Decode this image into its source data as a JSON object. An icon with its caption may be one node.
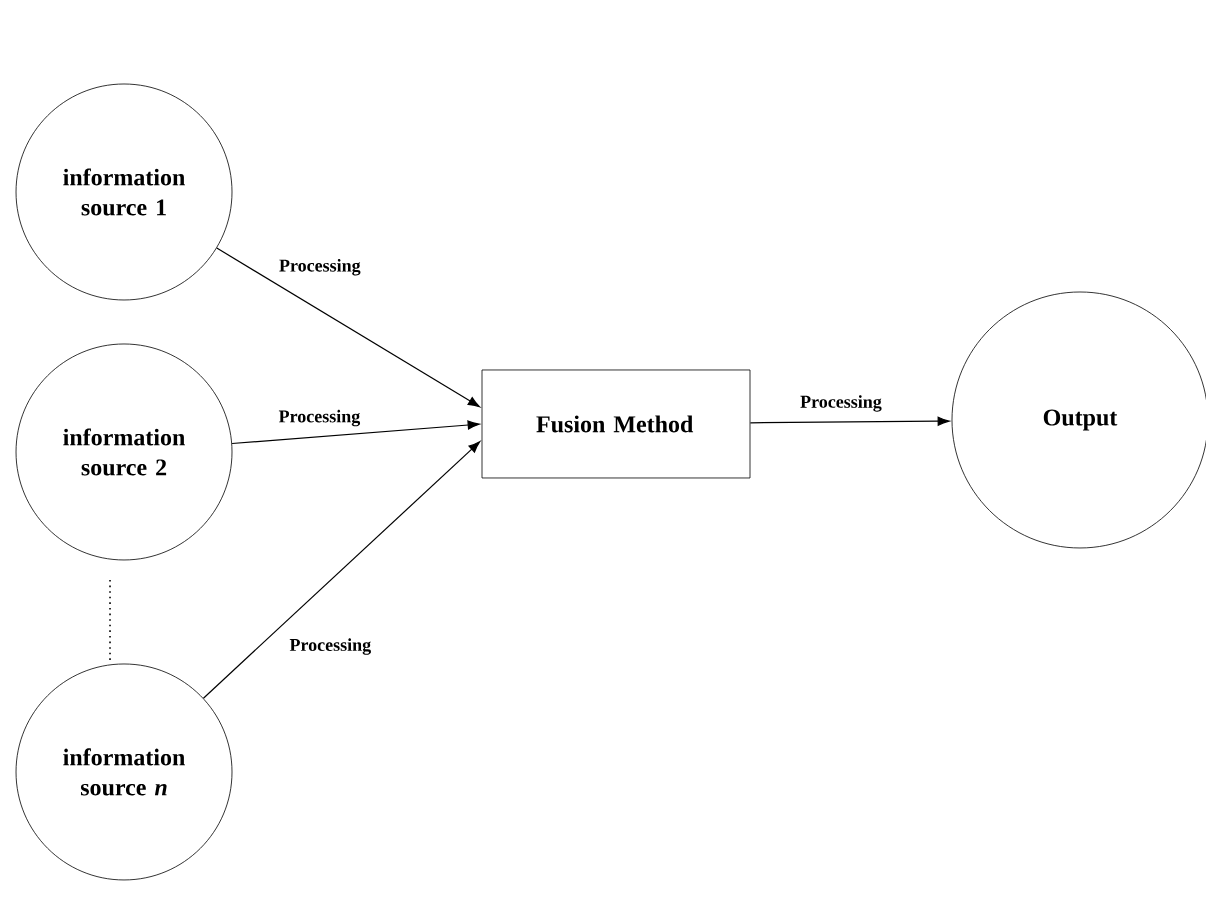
{
  "diagram": {
    "nodes": [
      {
        "text": [
          "information source 1"
        ]
      },
      {
        "text": [
          "information source 2"
        ]
      },
      {
        "text": [
          "information source *n*"
        ]
      },
      {
        "text": [
          "Fusion Method"
        ]
      },
      {
        "text": [
          "Output"
        ]
      }
    ],
    "edges": [
      {
        "from": 0,
        "to": 3,
        "arrow": "to",
        "label": "Processing"
      },
      {
        "from": 1,
        "to": 3,
        "arrow": "to",
        "label": "Processing"
      },
      {
        "from": 2,
        "to": 3,
        "arrow": "to",
        "label": "Processing"
      },
      {
        "from": 3,
        "to": 4,
        "arrow": "to",
        "label": "Processing"
      }
    ]
  }
}
